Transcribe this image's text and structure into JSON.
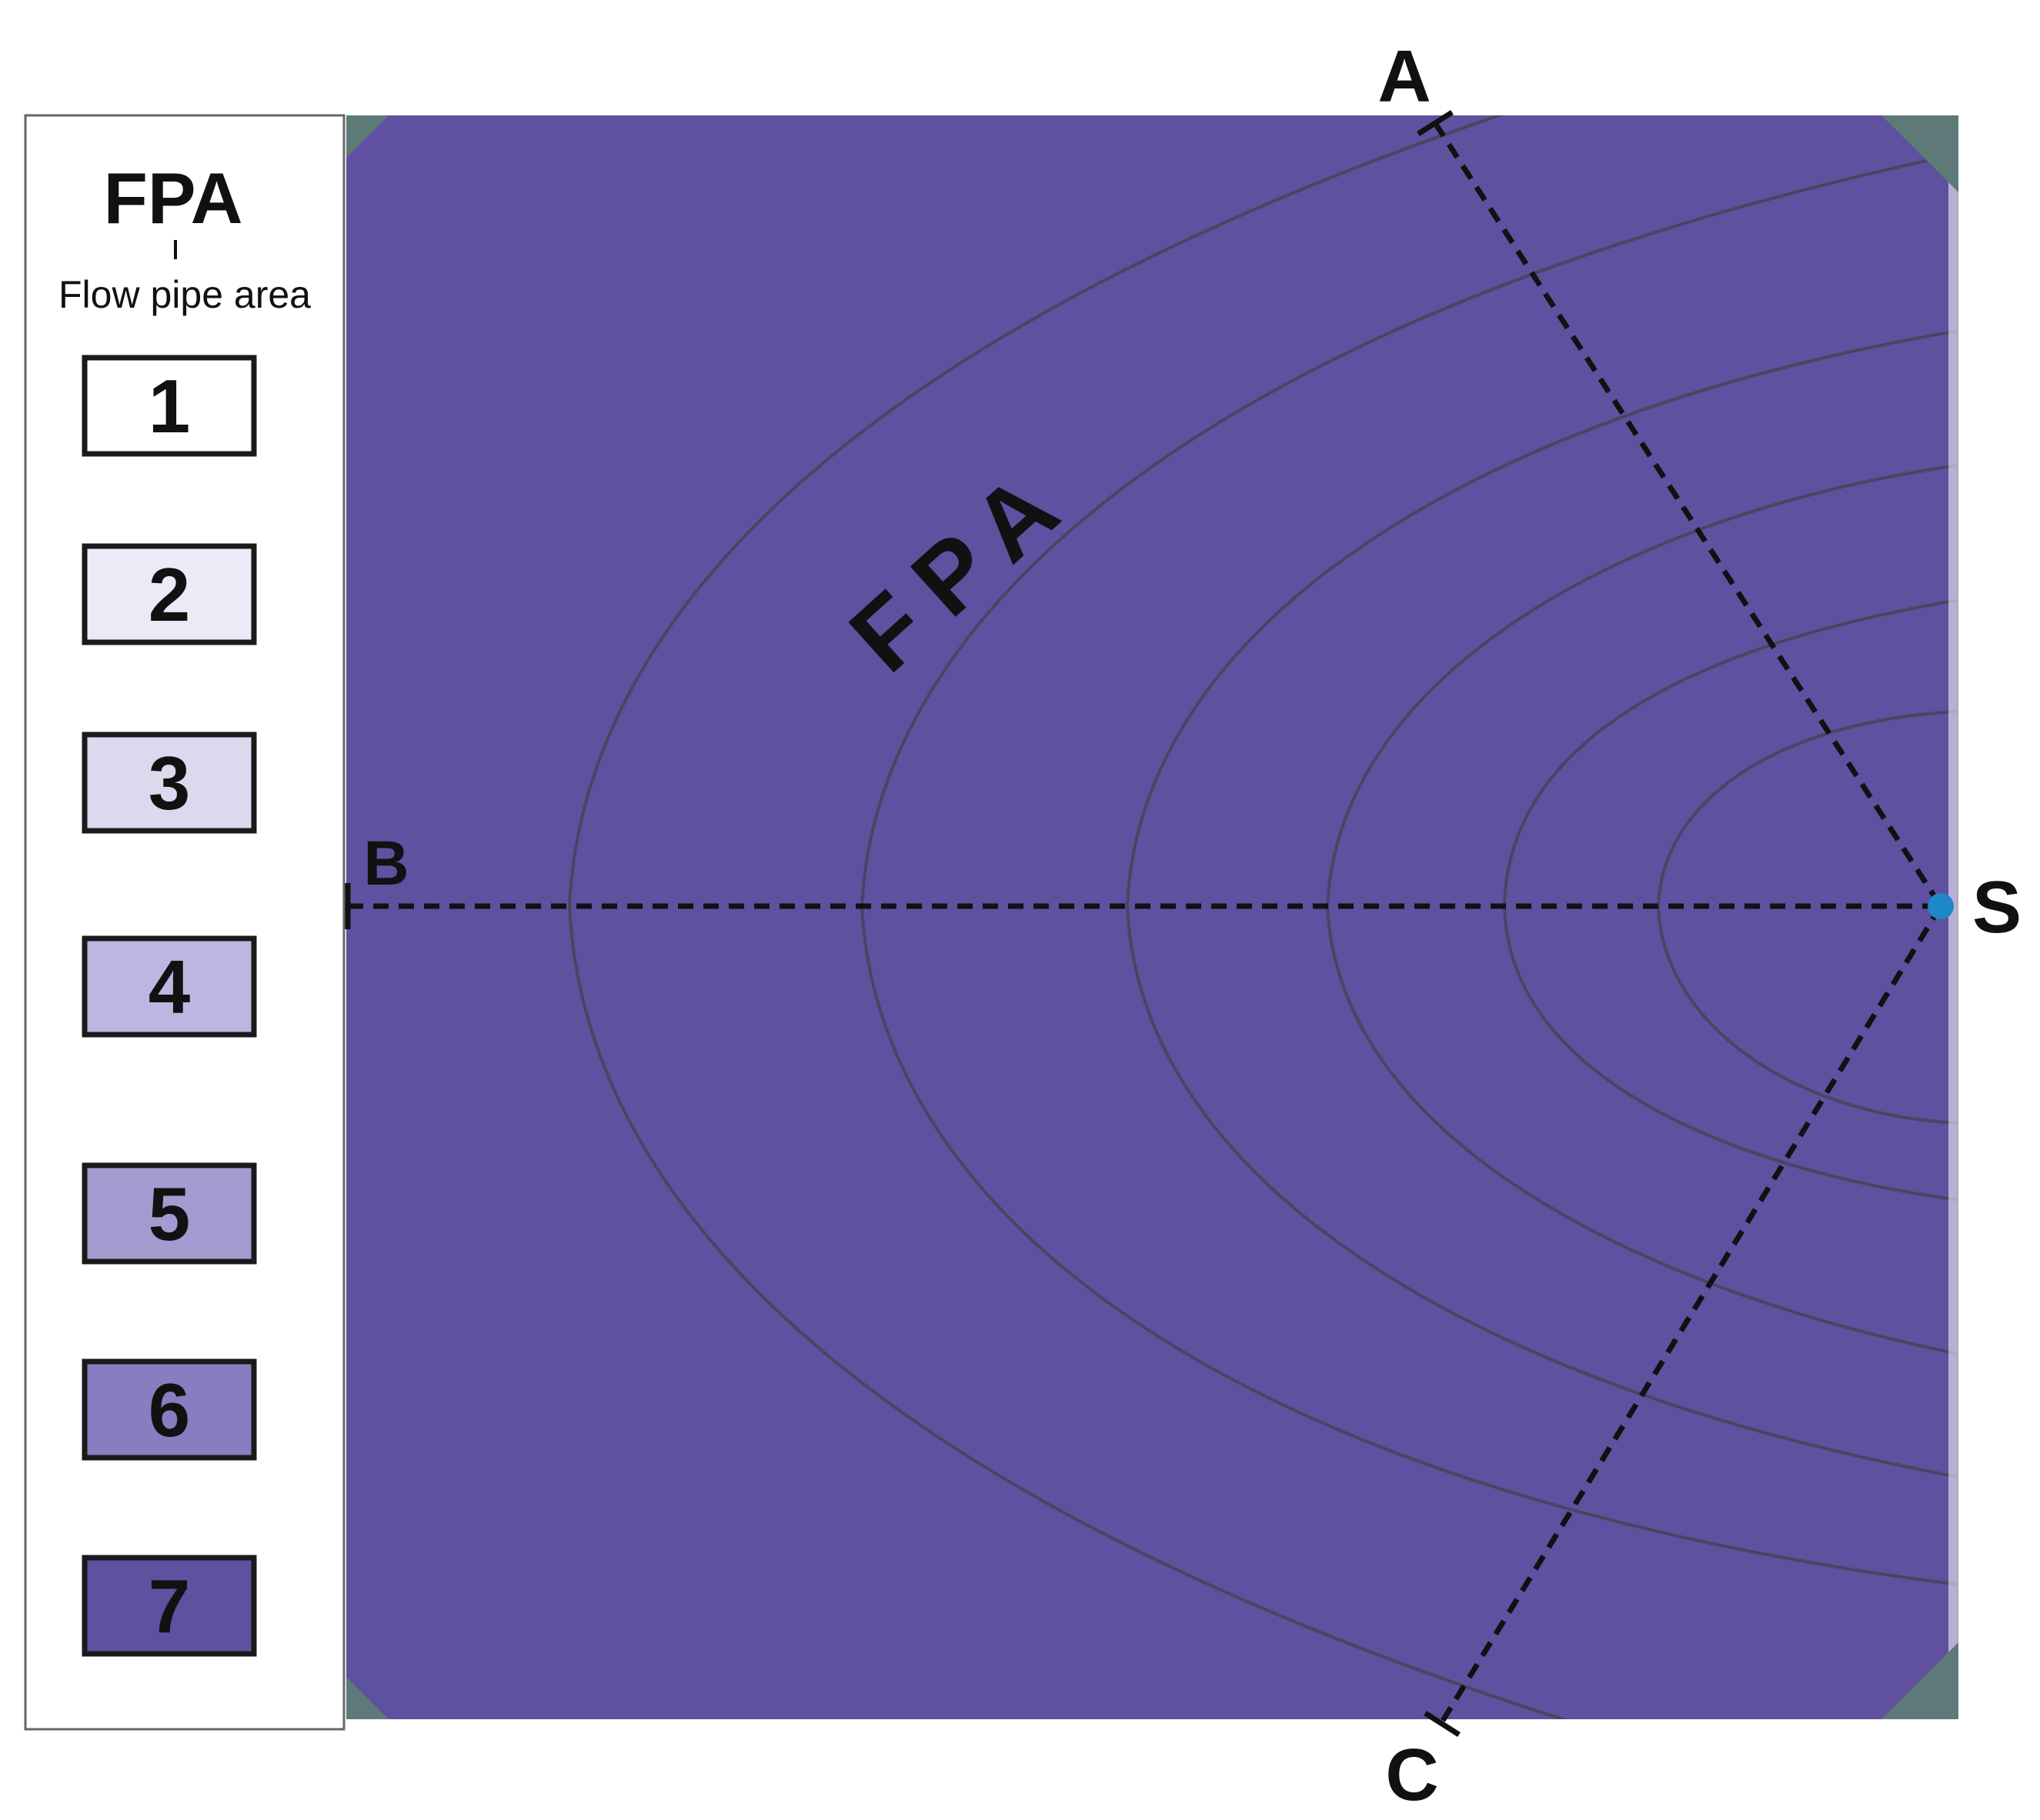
{
  "legend": {
    "title": "FPA",
    "subtitle": "Flow pipe area",
    "items": [
      {
        "label": "1",
        "color": "#ffffff"
      },
      {
        "label": "2",
        "color": "#eceaf6"
      },
      {
        "label": "3",
        "color": "#dcd8ee"
      },
      {
        "label": "4",
        "color": "#bdb6e0"
      },
      {
        "label": "5",
        "color": "#a59ad0"
      },
      {
        "label": "6",
        "color": "#8a7cc0"
      },
      {
        "label": "7",
        "color": "#5f50a0"
      }
    ]
  },
  "diagram": {
    "zone_label": "FPA",
    "points": {
      "A": "A",
      "B": "B",
      "C": "C",
      "S": "S"
    },
    "colors": {
      "background": "#5f50a0",
      "corner": "#5d7a78",
      "source": "#1e88c8",
      "center": "#f4f8ee"
    }
  }
}
